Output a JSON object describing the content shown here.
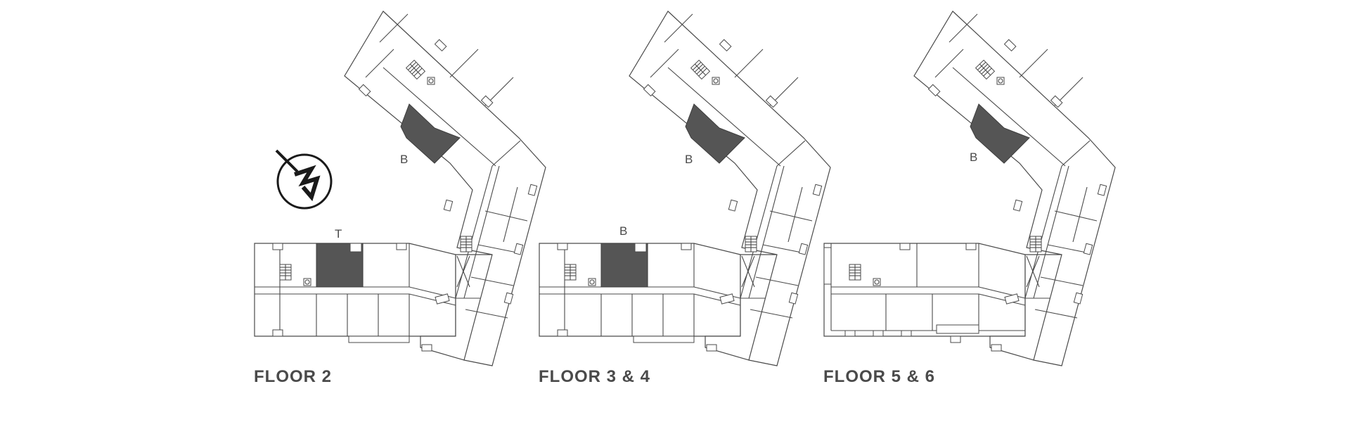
{
  "compass": {
    "icon": "north-arrow-icon",
    "letter": "N"
  },
  "floors": [
    {
      "label": "FLOOR 2",
      "highlights": [
        "B",
        "T"
      ]
    },
    {
      "label": "FLOOR 3 & 4",
      "highlights": [
        "B",
        "B"
      ]
    },
    {
      "label": "FLOOR 5 & 6",
      "highlights": [
        "B"
      ]
    }
  ],
  "colors": {
    "highlight": "#555555",
    "linework": "#4a4a4a"
  }
}
